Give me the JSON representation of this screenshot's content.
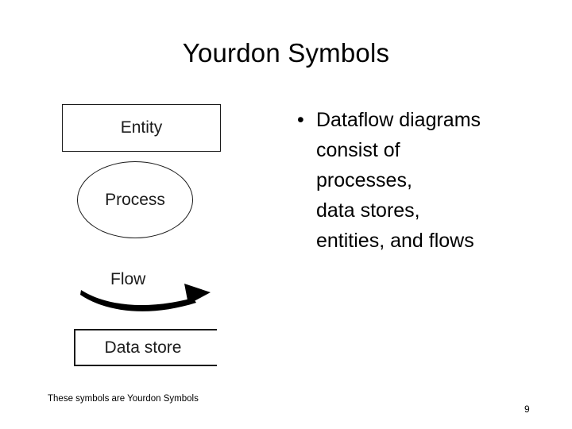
{
  "slide": {
    "title": "Yourdon Symbols",
    "page_number": "9",
    "footer_note": "These symbols are Yourdon Symbols",
    "background_color": "#ffffff",
    "text_color": "#000000",
    "shape_outline_color": "#1a1a1a"
  },
  "symbols": [
    {
      "id": "entity",
      "label": "Entity",
      "shape": "rectangle"
    },
    {
      "id": "process",
      "label": "Process",
      "shape": "ellipse"
    },
    {
      "id": "flow",
      "label": "Flow",
      "shape": "curved-arrow"
    },
    {
      "id": "data-store",
      "label": "Data store",
      "shape": "open-rectangle"
    }
  ],
  "body": {
    "bullet_marker": "•",
    "lines": [
      "Dataflow diagrams",
      "consist of",
      "processes,",
      "data stores,",
      "entities, and flows"
    ]
  }
}
